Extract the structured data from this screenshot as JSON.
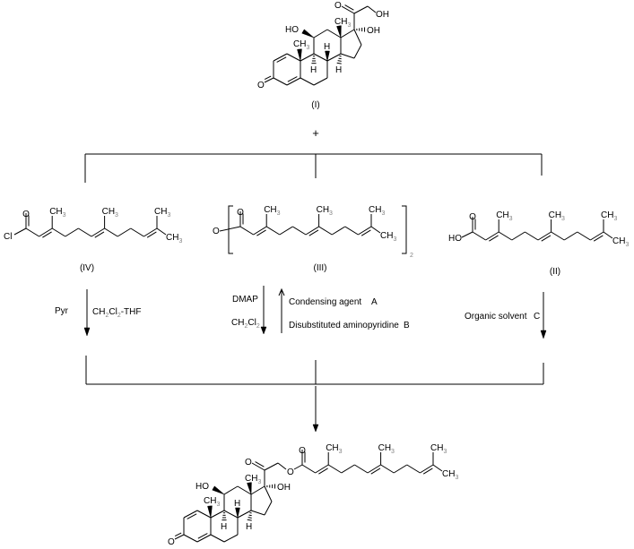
{
  "diagram": {
    "type": "reaction-scheme",
    "compounds": {
      "I": {
        "label": "(I)",
        "atoms": {
          "ketone_o": "O",
          "ho_11": "HO",
          "ch3_10": "CH",
          "ch3_13": "CH",
          "sub3": "3",
          "h8": "H",
          "h9": "H",
          "h14": "H",
          "oh17": "OH",
          "o20": "O",
          "oh21": "OH"
        }
      },
      "IV": {
        "label": "(IV)",
        "head_atoms": [
          "Cl",
          "O"
        ]
      },
      "III": {
        "label": "(III)",
        "head_atoms": [
          "O",
          "O"
        ],
        "multiplier": "2"
      },
      "II": {
        "label": "(II)",
        "head_atoms": [
          "HO",
          "O"
        ]
      },
      "product": {
        "atoms": {
          "ester_o": "O"
        }
      }
    },
    "chain_atoms": {
      "methyl": "CH",
      "methyl_sub": "3"
    },
    "plus_sign": "+",
    "conditions": {
      "route_IV": {
        "left": "Pyr",
        "right_parts": [
          "CH",
          "2",
          "Cl",
          "2",
          "-THF"
        ]
      },
      "route_III": {
        "left_1": "DMAP",
        "left_2_parts": [
          "CH",
          "2",
          "Cl",
          "2"
        ],
        "right_1": "Condensing agent",
        "right_1_tag": "A",
        "right_2": "Disubstituted aminopyridine",
        "right_2_tag": "B"
      },
      "route_II": {
        "left": "Organic solvent",
        "left_tag": "C"
      }
    }
  }
}
